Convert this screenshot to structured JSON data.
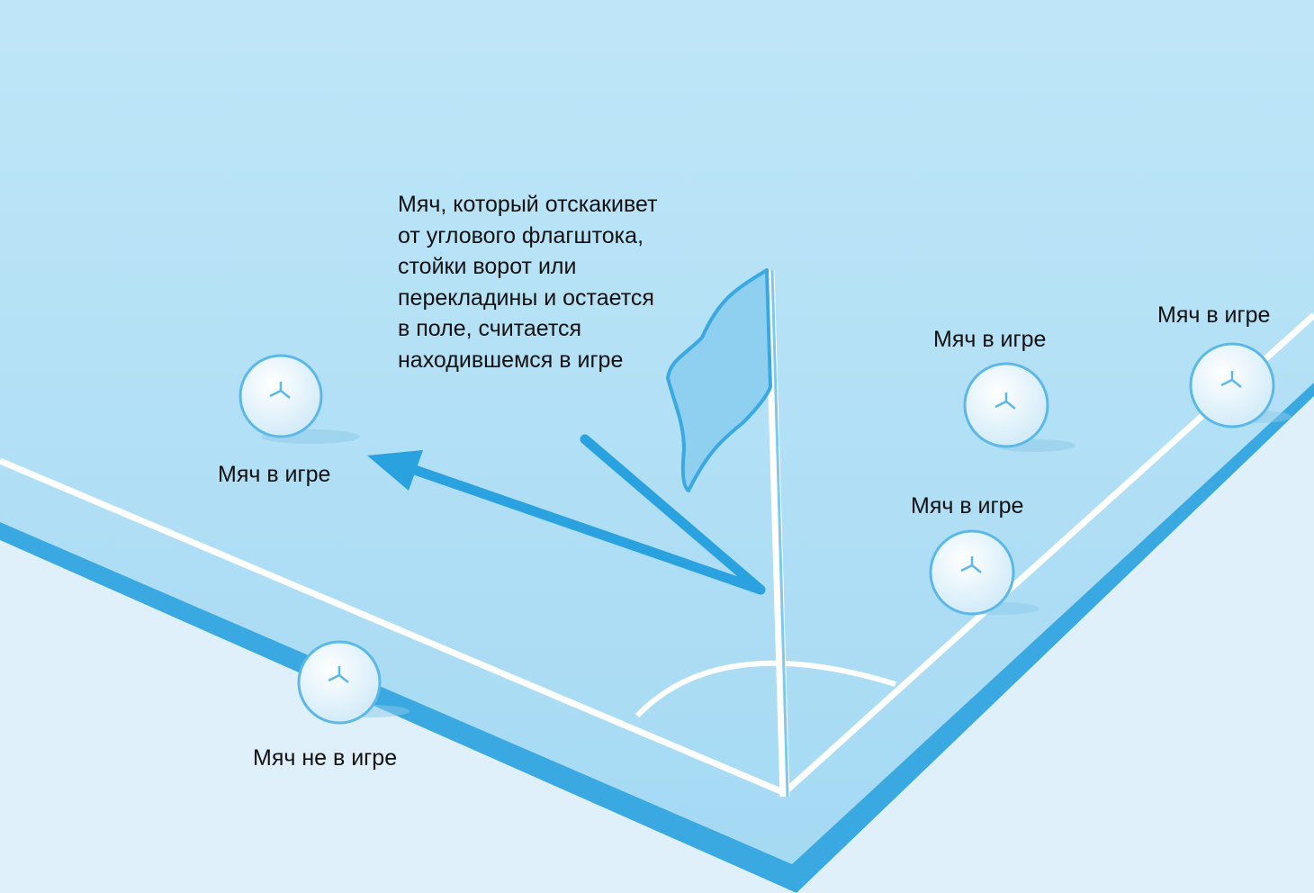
{
  "diagram": {
    "colors": {
      "field": "#a9dcf4",
      "field_light": "#bfe6f8",
      "outside": "#dff0fa",
      "border_band": "#3aa9e2",
      "lines": "#ffffff",
      "ball": "#f4fbff",
      "ball_stroke": "#5cb8e6",
      "arrow": "#2aa2df"
    },
    "annotation_rebound": [
      "Мяч, который отскакивет",
      "от углового флагштока,",
      "стойки ворот или",
      "перекладины и остается",
      "в поле, считается",
      "находившемся в игре"
    ],
    "balls": [
      {
        "id": "left",
        "label": "Мяч в игре"
      },
      {
        "id": "on-line",
        "label": "Мяч не в игре"
      },
      {
        "id": "center-right",
        "label": "Мяч в игре"
      },
      {
        "id": "lower-right",
        "label": "Мяч в игре"
      },
      {
        "id": "far-right",
        "label": "Мяч в игре"
      }
    ],
    "icons": [
      "corner-flag-icon",
      "soccer-ball-icon",
      "rebound-arrow-icon"
    ]
  }
}
